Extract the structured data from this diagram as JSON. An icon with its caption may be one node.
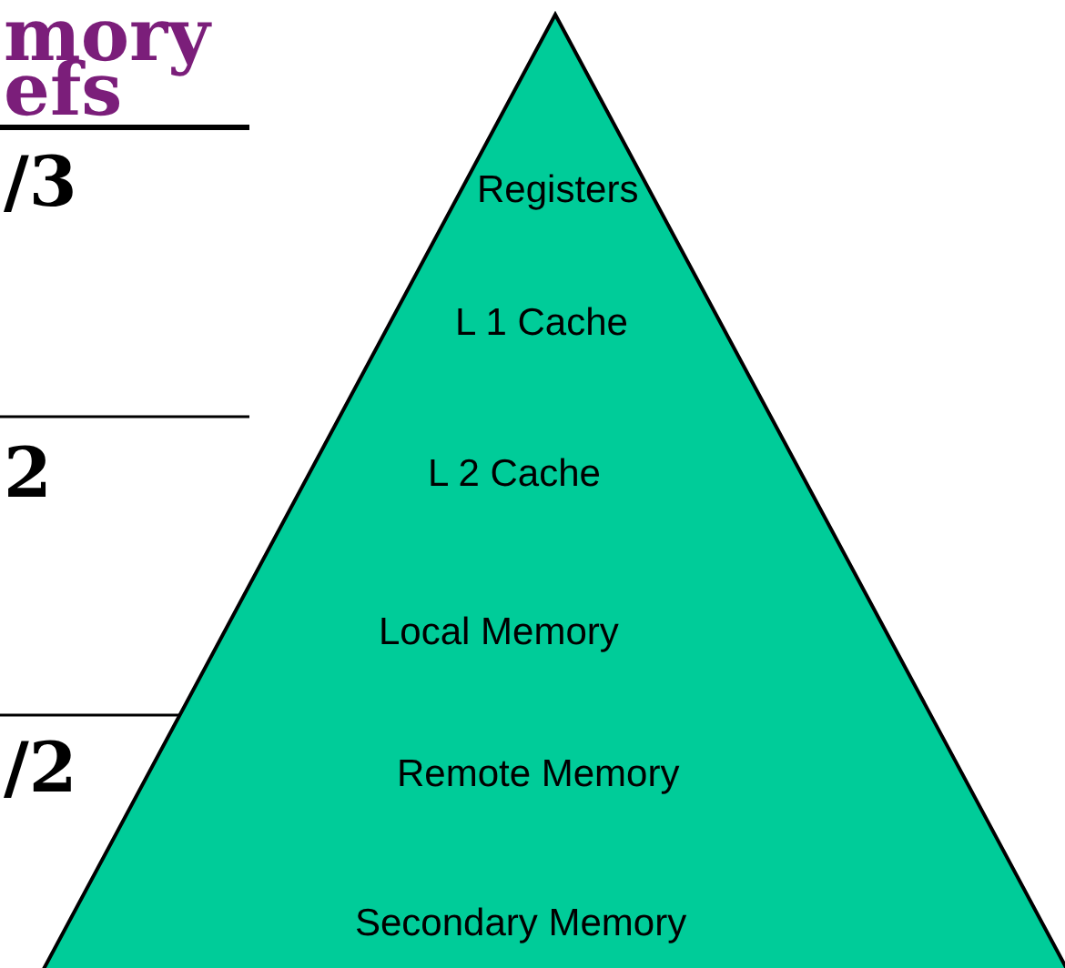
{
  "diagram": {
    "nodes": [
      {
        "text": [
          "Registers",
          "L 1 Cache",
          "L 2 Cache",
          "Local Memory",
          "Remote Memory",
          "Secondary Memory"
        ]
      }
    ],
    "labels": [
      "mory",
      "efs",
      "/3",
      "2",
      "/2"
    ]
  }
}
